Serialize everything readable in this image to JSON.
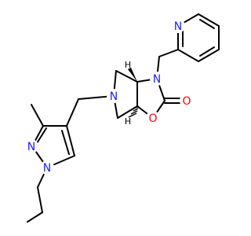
{
  "molecule": {
    "atoms": {
      "N_pyrazole_2": "N",
      "N_pyrazole_1": "N",
      "N_pyrrolidine": "N",
      "N_oxazolidinone": "N",
      "O_ring": "O",
      "O_carbonyl": "O",
      "N_pyridine": "N",
      "H_top": "H",
      "H_bottom": "H"
    },
    "colors": {
      "nitrogen": "#2020ff",
      "oxygen": "#ff0000",
      "bond": "#000000",
      "hydrogen": "#000000"
    }
  }
}
